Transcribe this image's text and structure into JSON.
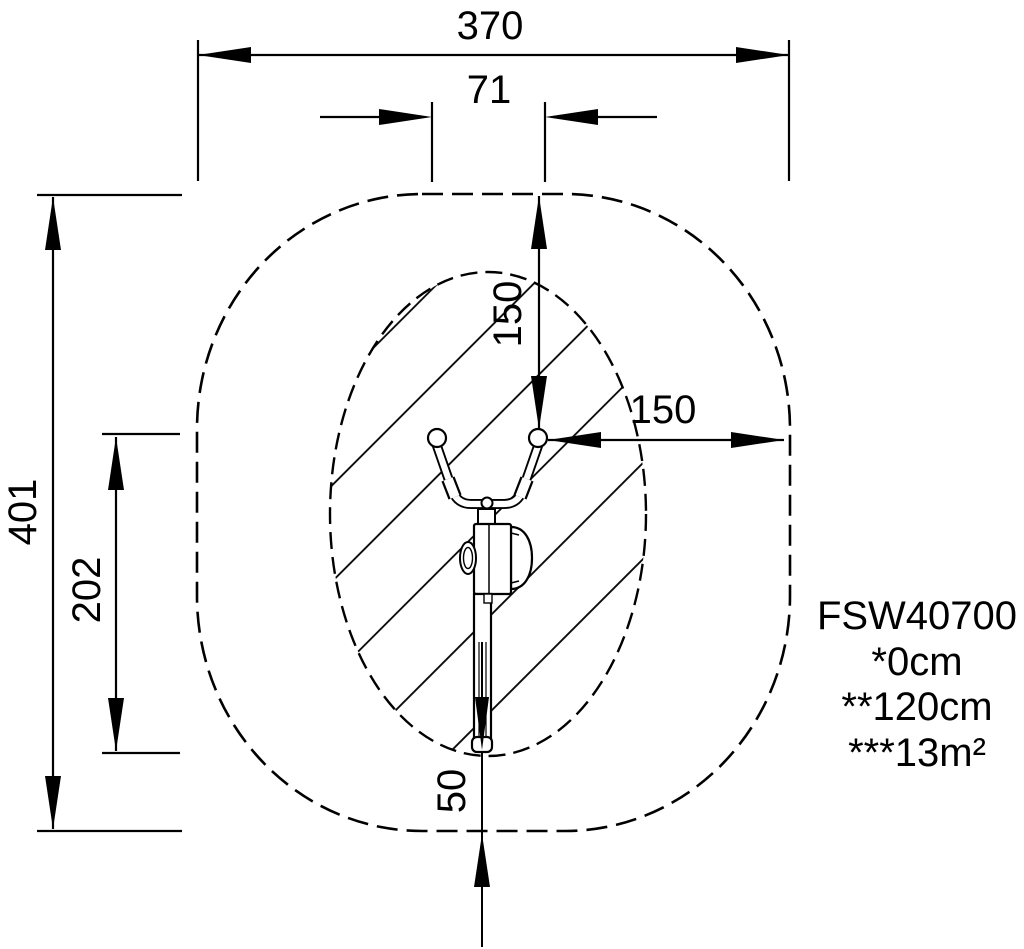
{
  "drawing": {
    "product_code": "FSW40700",
    "notes": [
      "*0cm",
      "**120cm",
      "***13m²"
    ],
    "dimensions": {
      "outer_width": "370",
      "handlebar_width": "71",
      "outer_height": "401",
      "equipment_height": "202",
      "top_clearance": "150",
      "side_clearance": "150",
      "bottom_clearance": "50"
    },
    "palette": {
      "ink": "#000000",
      "paper": "#ffffff"
    }
  }
}
